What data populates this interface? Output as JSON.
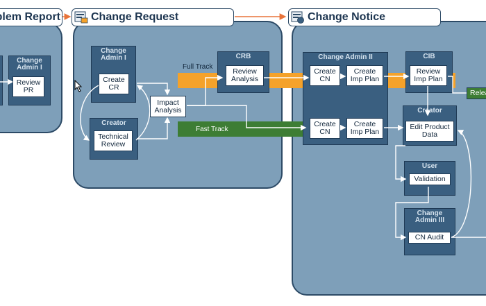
{
  "stages": {
    "problem_report": "Problem Report",
    "change_request": "Change Request",
    "change_notice": "Change Notice"
  },
  "roles": {
    "change_admin_i": "Change\nAdmin I",
    "change_admin_i_right": "Change\nAdmin I",
    "creator": "Creator",
    "crb": "CRB",
    "change_admin_ii": "Change Admin II",
    "cib": "CIB",
    "creator_cn": "Creator",
    "user": "User",
    "change_admin_iii": "Change\nAdmin III"
  },
  "tasks": {
    "review_pr": "Review\nPR",
    "create_cr": "Create\nCR",
    "technical_review": "Technical\nReview",
    "impact_analysis": "Impact\nAnalysis",
    "review_analysis": "Review\nAnalysis",
    "create_cn_full": "Create\nCN",
    "create_imp_plan_full": "Create\nImp Plan",
    "review_imp_plan": "Review\nImp Plan",
    "create_cn_fast": "Create\nCN",
    "create_imp_plan_fast": "Create\nImp Plan",
    "edit_product_data": "Edit Product\nData",
    "validation": "Validation",
    "cn_audit": "CN Audit",
    "release": "Release"
  },
  "tracks": {
    "full_track": "Full Track",
    "fast_track": "Fast Track"
  },
  "colors": {
    "panel": "#7e9fb9",
    "role": "#3a5f80",
    "full_track": "#f5a22a",
    "fast_track": "#3d7d34",
    "connector_arrow": "#e8733a"
  }
}
